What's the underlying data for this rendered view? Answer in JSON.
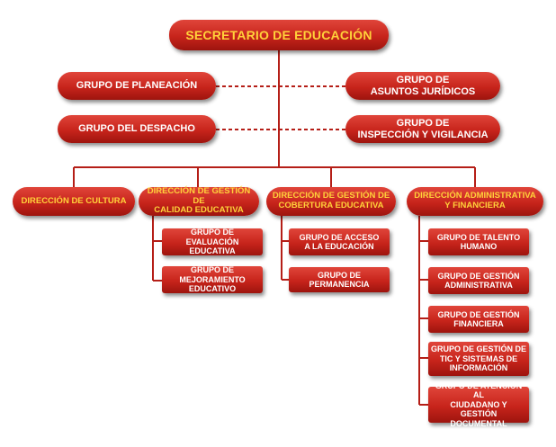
{
  "top": "SECRETARIO DE EDUCACIÓN",
  "staff": {
    "planeacion": "GRUPO DE PLANEACIÓN",
    "despacho": "GRUPO DEL DESPACHO",
    "juridicos": [
      "GRUPO DE",
      "ASUNTOS JURÍDICOS"
    ],
    "inspeccion": [
      "GRUPO DE",
      "INSPECCIÓN Y VIGILANCIA"
    ]
  },
  "directions": {
    "cultura": "DIRECCIÓN DE CULTURA",
    "calidad": [
      "DIRECCIÓN DE GESTIÓN DE",
      "CALIDAD EDUCATIVA"
    ],
    "cobertura": [
      "DIRECCIÓN DE GESTIÓN DE",
      "COBERTURA EDUCATIVA"
    ],
    "administrativa": [
      "DIRECCIÓN ADMINISTRATIVA",
      "Y FINANCIERA"
    ]
  },
  "groups": {
    "calidad": [
      [
        "GRUPO DE EVALUACIÓN",
        "EDUCATIVA"
      ],
      [
        "GRUPO DE MEJORAMIENTO",
        "EDUCATIVO"
      ]
    ],
    "cobertura": [
      [
        "GRUPO DE ACCESO",
        "A LA EDUCACIÓN"
      ],
      [
        "GRUPO DE PERMANENCIA"
      ]
    ],
    "administrativa": [
      [
        "GRUPO DE TALENTO",
        "HUMANO"
      ],
      [
        "GRUPO DE GESTIÓN",
        "ADMINISTRATIVA"
      ],
      [
        "GRUPO DE GESTIÓN",
        "FINANCIERA"
      ],
      [
        "GRUPO DE GESTIÓN DE",
        "TIC Y SISTEMAS DE",
        "INFORMACIÓN"
      ],
      [
        "GRUPO DE ATENCIÓN AL",
        "CIUDADANO Y GESTIÓN",
        "DOCUMENTAL"
      ]
    ]
  },
  "colors": {
    "box": "#c7241b",
    "line": "#b51e17",
    "highlight_text": "#ffd23a"
  }
}
